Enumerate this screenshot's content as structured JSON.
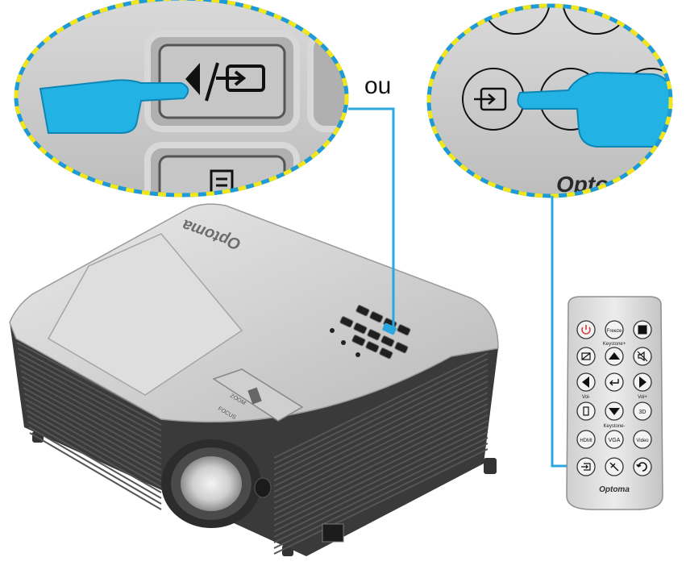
{
  "connector_word": "ou",
  "brand": "Optoma",
  "zoom_inset_brand": "Opto",
  "colors": {
    "connector_line": "#29a8e0",
    "hand": "#22b2e4",
    "inset_border_blue": "#1e9ad6",
    "inset_border_yellow": "#f2e51c"
  },
  "projector": {
    "focus_label": "FOCUS",
    "zoom_label": "ZOOM"
  },
  "remote": {
    "rows": [
      [
        {
          "icon": "power-icon"
        },
        {
          "label": "Freeze"
        },
        {
          "icon": "image-mode-icon"
        }
      ],
      [
        {
          "icon": "blank-screen-icon"
        },
        {
          "icon": "up-icon",
          "caption": "Keystone+"
        },
        {
          "icon": "mute-icon"
        }
      ],
      [
        {
          "icon": "left-icon",
          "caption": "Vol-"
        },
        {
          "icon": "enter-icon"
        },
        {
          "icon": "right-icon",
          "caption": "Vol+"
        }
      ],
      [
        {
          "icon": "menu-icon"
        },
        {
          "icon": "down-icon",
          "caption": "Keystone-"
        },
        {
          "label": "3D"
        }
      ],
      [
        {
          "label": "HDMI"
        },
        {
          "label": "VGA"
        },
        {
          "label": "Video"
        }
      ],
      [
        {
          "icon": "source-icon"
        },
        {
          "icon": "brightness-icon"
        },
        {
          "icon": "resync-icon"
        }
      ]
    ]
  }
}
